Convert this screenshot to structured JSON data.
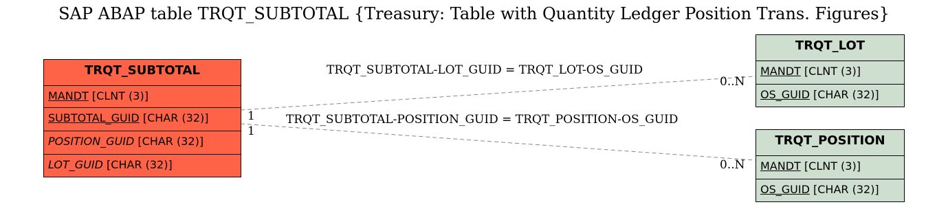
{
  "title": "SAP ABAP table TRQT_SUBTOTAL {Treasury: Table with Quantity Ledger Position Trans. Figures}",
  "subtotal": {
    "name": "TRQT_SUBTOTAL",
    "fields": [
      {
        "name": "MANDT",
        "type": " [CLNT (3)]"
      },
      {
        "name": "SUBTOTAL_GUID",
        "type": " [CHAR (32)]"
      },
      {
        "name": "POSITION_GUID",
        "type": " [CHAR (32)]"
      },
      {
        "name": "LOT_GUID",
        "type": " [CHAR (32)]"
      }
    ]
  },
  "lot": {
    "name": "TRQT_LOT",
    "fields": [
      {
        "name": "MANDT",
        "type": " [CLNT (3)]"
      },
      {
        "name": "OS_GUID",
        "type": " [CHAR (32)]"
      }
    ]
  },
  "position": {
    "name": "TRQT_POSITION",
    "fields": [
      {
        "name": "MANDT",
        "type": " [CLNT (3)]"
      },
      {
        "name": "OS_GUID",
        "type": " [CHAR (32)]"
      }
    ]
  },
  "relations": {
    "lot": {
      "label": "TRQT_SUBTOTAL-LOT_GUID = TRQT_LOT-OS_GUID",
      "from_card": "1",
      "to_card": "0..N"
    },
    "position": {
      "label": "TRQT_SUBTOTAL-POSITION_GUID = TRQT_POSITION-OS_GUID",
      "from_card": "1",
      "to_card": "0..N"
    }
  },
  "colors": {
    "main_entity": "#ff6347",
    "ref_entity": "#cfdfcf",
    "connector": "#888888"
  }
}
